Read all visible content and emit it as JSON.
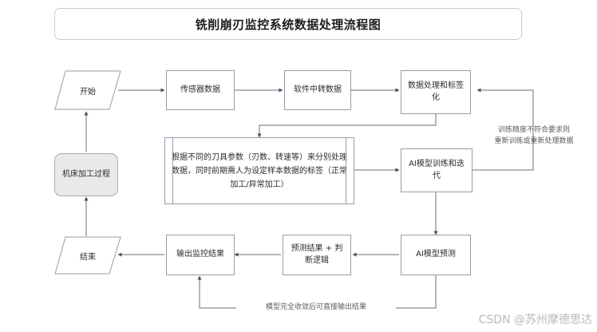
{
  "header": {
    "title": "铣削崩刃监控系统数据处理流程图"
  },
  "nodes": {
    "start": "开始",
    "sensor_data": "传感器数据",
    "software_relay": "软件中转数据",
    "data_process_label": "数据处理和标签化",
    "machine_process": "机床加工过程",
    "detail_process": "根据不同的刀具参数（刃数、转速等）来分别处理数据，同时前期需人为设定样本数据的标签（正常加工/异常加工）",
    "ai_training": "AI模型训练和迭代",
    "ai_predict": "AI模型预测",
    "predict_logic": "预测结果 + 判断逻辑",
    "output_monitor": "输出监控结果",
    "end": "结束"
  },
  "annotations": {
    "retrain": "训练精度不符合要求则",
    "retrain_line2": "重新训练或重新处理数据",
    "converged": "模型完全收敛后可直接输出结果"
  },
  "watermark": {
    "text": "CSDN @苏州摩德思达"
  },
  "colors": {
    "node_border": "#9a9aa8",
    "title_border": "#c9c6da",
    "highlight_fill": "#e9e9ea",
    "line": "#6f6f7b",
    "annotation": "#5c5c5c",
    "watermark": "#b9b9b9"
  }
}
